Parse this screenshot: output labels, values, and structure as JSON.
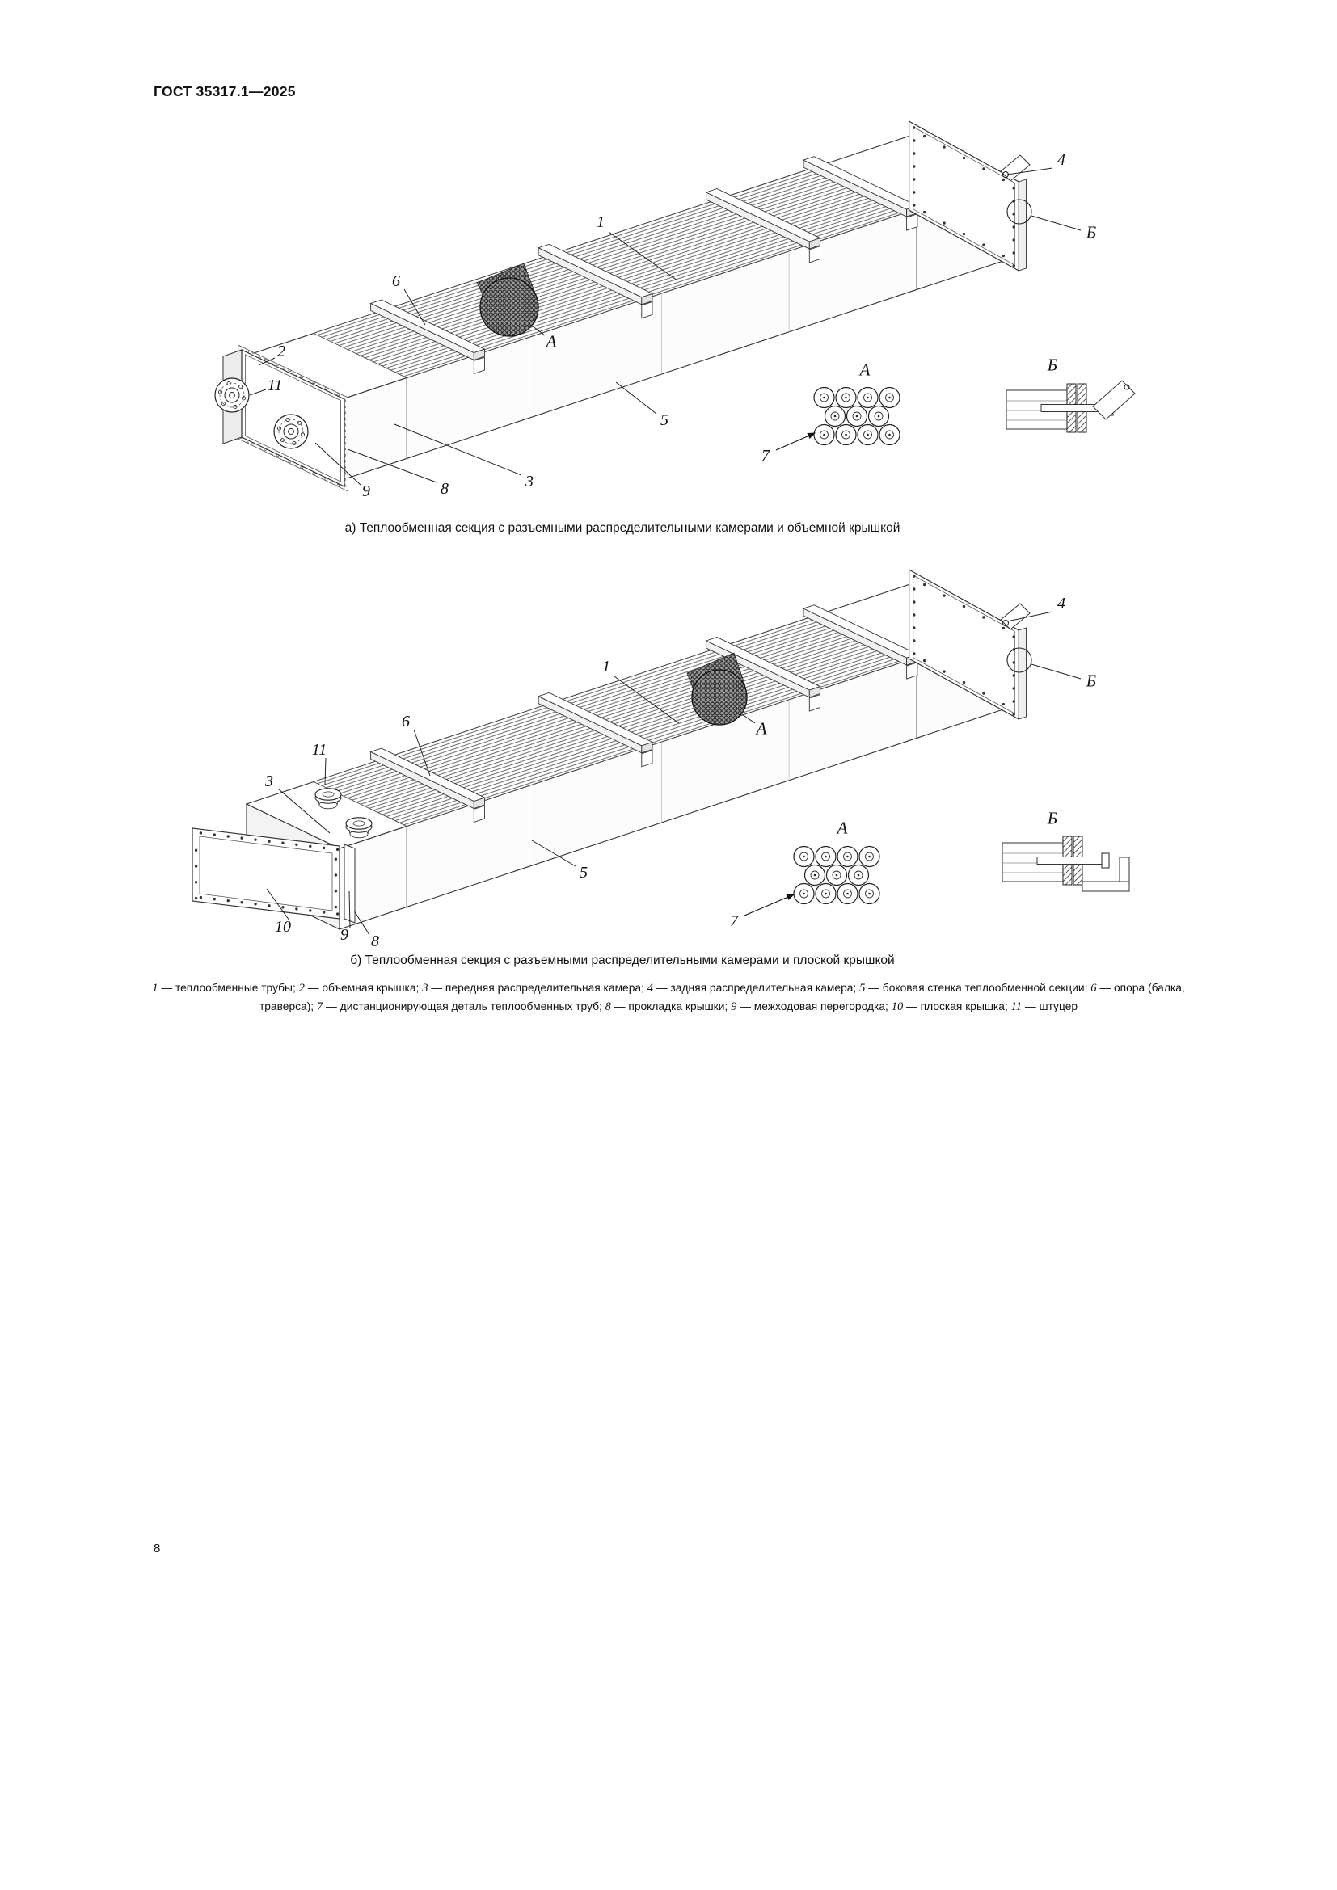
{
  "doc": {
    "header": "ГОСТ 35317.1—2025",
    "page_number": "8"
  },
  "figure_a": {
    "caption": "а) Теплообменная секция с разъемными распределительными камерами и объемной крышкой",
    "callouts": {
      "n1": "1",
      "n2": "2",
      "n3": "3",
      "n4": "4",
      "n5": "5",
      "n6": "6",
      "n7": "7",
      "n8": "8",
      "n9": "9",
      "n11": "11",
      "view_a": "А",
      "view_b": "Б",
      "detail_a_title": "А",
      "detail_b_title": "Б"
    }
  },
  "figure_b": {
    "caption": "б) Теплообменная секция с разъемными распределительными камерами и плоской крышкой",
    "callouts": {
      "n1": "1",
      "n3": "3",
      "n4": "4",
      "n5": "5",
      "n6": "6",
      "n7": "7",
      "n8": "8",
      "n9": "9",
      "n10": "10",
      "n11": "11",
      "view_a": "А",
      "view_b": "Б",
      "detail_a_title": "А",
      "detail_b_title": "Б"
    }
  },
  "legend": {
    "items": [
      {
        "num": "1",
        "text": "теплообменные трубы"
      },
      {
        "num": "2",
        "text": "объемная крышка"
      },
      {
        "num": "3",
        "text": "передняя распределительная камера"
      },
      {
        "num": "4",
        "text": "задняя распределительная камера"
      },
      {
        "num": "5",
        "text": "боковая стенка теплообменной секции"
      },
      {
        "num": "6",
        "text": "опора (балка, траверса)"
      },
      {
        "num": "7",
        "text": "дистанционирующая деталь теплообменных труб"
      },
      {
        "num": "8",
        "text": "прокладка крышки"
      },
      {
        "num": "9",
        "text": "межходовая перегородка"
      },
      {
        "num": "10",
        "text": "плоская крышка"
      },
      {
        "num": "11",
        "text": "штуцер"
      }
    ]
  }
}
